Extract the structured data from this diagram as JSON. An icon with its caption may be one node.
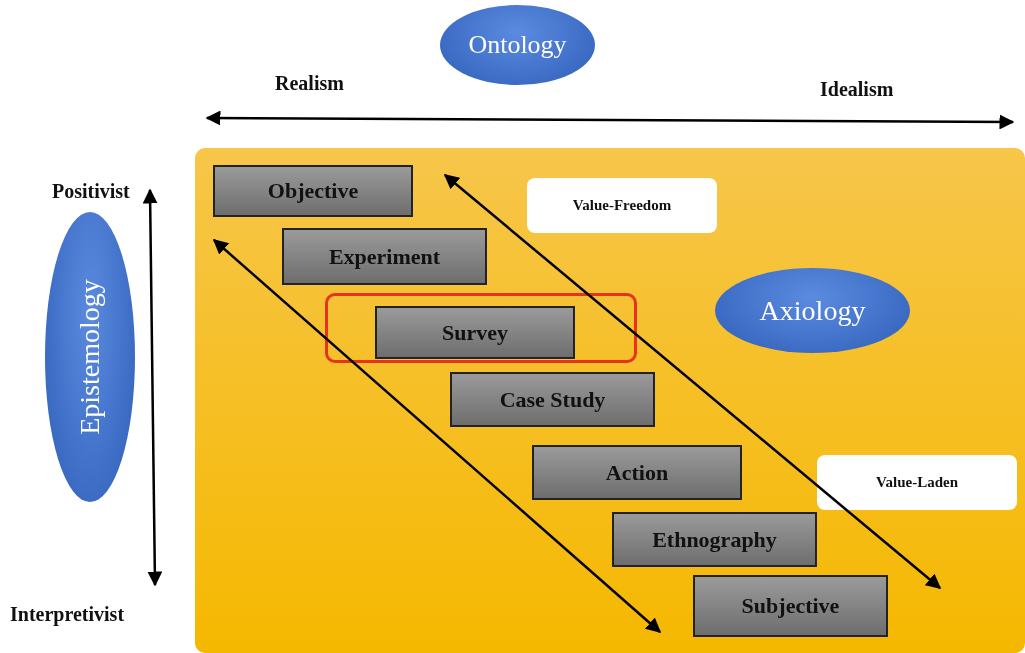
{
  "diagram": {
    "nodes": [
      {
        "text": [
          "Ontology"
        ]
      },
      {
        "text": [
          "Epistemology"
        ]
      },
      {
        "text": [],
        "shape": "box"
      },
      {
        "text": [
          "Objective"
        ],
        "in": 2
      },
      {
        "text": [
          "Value-Freedom"
        ],
        "in": 2
      },
      {
        "text": [
          "Experiment"
        ],
        "in": 2
      },
      {
        "text": [],
        "shape": "box",
        "in": 2
      },
      {
        "text": [
          "Survey"
        ],
        "in": 6
      },
      {
        "text": [
          "Axiology"
        ],
        "in": 2
      },
      {
        "text": [
          "Case Study"
        ],
        "in": 2
      },
      {
        "text": [
          "Action"
        ],
        "in": 2
      },
      {
        "text": [
          "Value-Laden"
        ],
        "in": 2
      },
      {
        "text": [
          "Ethnography"
        ],
        "in": 2
      },
      {
        "text": [
          "Subjective"
        ],
        "in": 2
      }
    ],
    "edges": [],
    "labels": [
      "Realism",
      "Idealism",
      "Positivist",
      "Interpretivist"
    ]
  }
}
